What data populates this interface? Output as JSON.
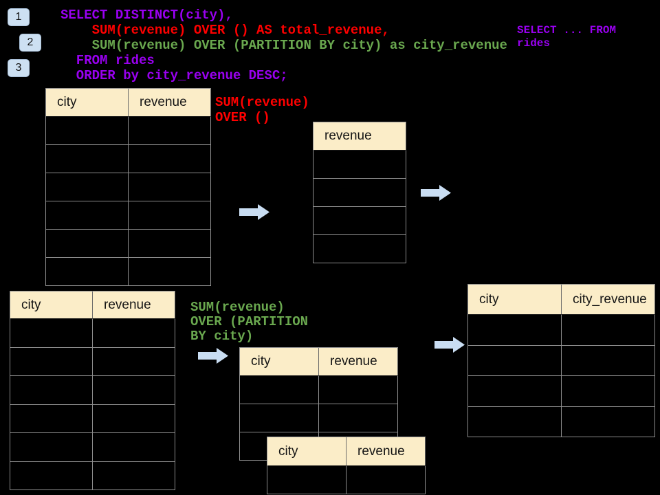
{
  "colors": {
    "background": "#000000",
    "sql_purple": "#9900F0",
    "sql_red": "#FF0000",
    "sql_green": "#6AA84F",
    "table_header_fill": "#FBEDC8",
    "table_border_gray": "#8F8F8F",
    "arrow_fill": "#C9DDF2",
    "badge_fill": "#CDE0F2"
  },
  "badges": [
    {
      "label": "1"
    },
    {
      "label": "2"
    },
    {
      "label": "3"
    }
  ],
  "sql": {
    "lines": [
      {
        "text": "SELECT DISTINCT(city),",
        "color": "purple"
      },
      {
        "text": "    SUM(revenue) OVER () AS total_revenue,",
        "color": "red"
      },
      {
        "text": "    SUM(revenue) OVER (PARTITION BY city) as city_revenue",
        "color": "green"
      },
      {
        "text": "  FROM rides",
        "color": "purple"
      },
      {
        "text": "  ORDER by city_revenue DESC;",
        "color": "purple"
      }
    ]
  },
  "side_note": {
    "text": "SELECT ... FROM rides",
    "color": "purple"
  },
  "labels": {
    "total_revenue": {
      "text": "SUM(revenue)\nOVER ()",
      "color": "red"
    },
    "partition": {
      "text": "SUM(revenue)\nOVER (PARTITION\nBY city)",
      "color": "green"
    }
  },
  "tables": {
    "source_top": {
      "headers": [
        "city",
        "revenue"
      ],
      "body_rows": 6
    },
    "total_result": {
      "headers": [
        "revenue"
      ],
      "body_rows": 4
    },
    "source_bottom": {
      "headers": [
        "city",
        "revenue"
      ],
      "body_rows": 6
    },
    "partition_mid": {
      "headers": [
        "city",
        "revenue"
      ],
      "body_rows": 3
    },
    "partition_overlay": {
      "headers": [
        "city",
        "revenue"
      ],
      "body_rows": 1
    },
    "result_right": {
      "headers": [
        "city",
        "city_revenue"
      ],
      "body_rows": 4
    }
  },
  "arrows": [
    {
      "name": "arrow-source-to-total"
    },
    {
      "name": "arrow-total-output"
    },
    {
      "name": "arrow-source-to-partition"
    },
    {
      "name": "arrow-partition-to-result"
    }
  ]
}
